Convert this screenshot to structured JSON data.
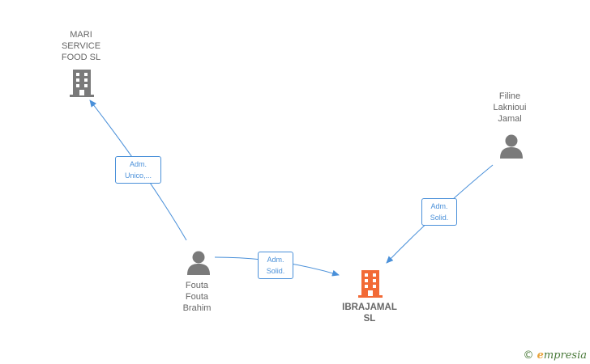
{
  "nodes": {
    "mari": {
      "label": [
        "MARI",
        "SERVICE",
        "FOOD SL"
      ],
      "kind": "company"
    },
    "filine": {
      "label": [
        "Filine",
        "Laknioui",
        "Jamal"
      ],
      "kind": "person"
    },
    "fouta": {
      "label": [
        "Fouta",
        "Fouta",
        "Brahim"
      ],
      "kind": "person"
    },
    "ibrajamal": {
      "label": [
        "IBRAJAMAL",
        "SL"
      ],
      "kind": "company-main"
    }
  },
  "edges": {
    "fouta_mari": {
      "label": [
        "Adm.",
        "Unico,..."
      ]
    },
    "fouta_ibrajamal": {
      "label": [
        "Adm.",
        "Solid."
      ]
    },
    "filine_ibrajamal": {
      "label": [
        "Adm.",
        "Solid."
      ]
    }
  },
  "colors": {
    "edge": "#4a90d9",
    "company_icon": "#7a7a7a",
    "person_icon": "#7a7a7a",
    "main_company_icon": "#f26a36"
  },
  "watermark": {
    "symbol": "©",
    "brand_initial": "e",
    "brand_rest": "mpresia"
  }
}
